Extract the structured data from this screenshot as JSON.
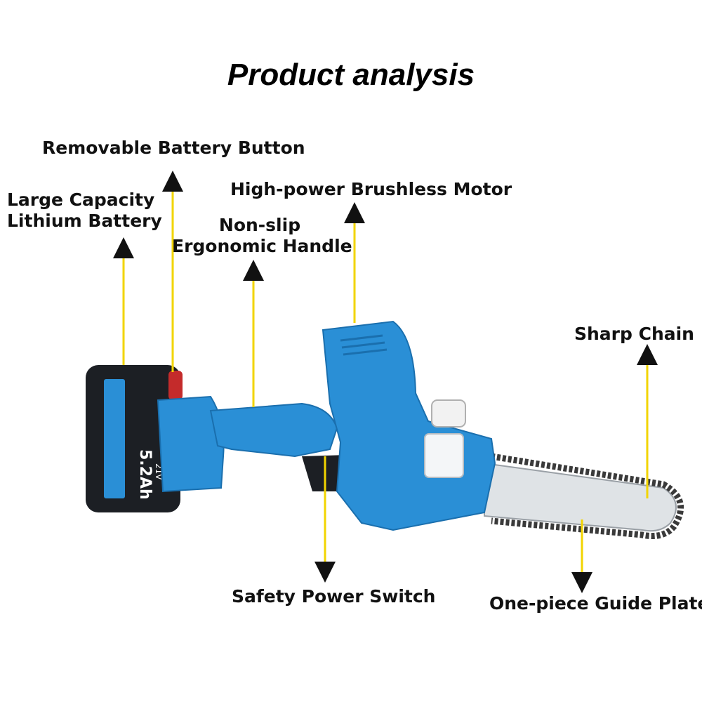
{
  "title": "Product analysis",
  "labels": {
    "removable_battery_button": "Removable Battery Button",
    "large_capacity_line1": "Large Capacity",
    "large_capacity_line2": "Lithium Battery",
    "motor": "High-power Brushless Motor",
    "handle_line1": "Non-slip",
    "handle_line2": "Ergonomic Handle",
    "sharp_chain": "Sharp Chain",
    "safety_switch": "Safety Power Switch",
    "guide_plate": "One-piece Guide Plate"
  },
  "battery_print": {
    "capacity": "5.2Ah",
    "voltage": "21V"
  },
  "colors": {
    "body": "#2a8fd6",
    "body_dark": "#1a6fae",
    "battery": "#1c1f24",
    "arrow": "#f2d400",
    "chain": "#3a3a3a",
    "guide_bar": "#dfe3e6"
  }
}
